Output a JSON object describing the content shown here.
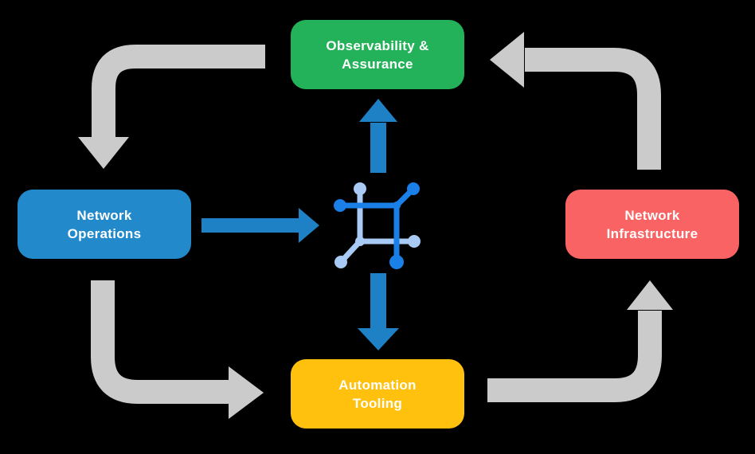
{
  "boxes": {
    "observability": {
      "line1": "Observability &",
      "line2": "Assurance",
      "color": "#23B159"
    },
    "operations": {
      "line1": "Network",
      "line2": "Operations",
      "color": "#2289CB"
    },
    "infrastructure": {
      "line1": "Network",
      "line2": "Infrastructure",
      "color": "#F96363"
    },
    "automation": {
      "line1": "Automation",
      "line2": "Tooling",
      "color": "#FFC10E"
    }
  },
  "center_icon": {
    "name": "network-fabric-icon",
    "dark_blue": "#1B7FE8",
    "light_blue": "#A8CAF4"
  },
  "colors": {
    "background": "#000000",
    "arrow_gray": "#CBCBCB",
    "arrow_blue": "#1E80C5",
    "box_text": "#FFFFFF"
  },
  "flows": {
    "outer_cycle": [
      {
        "from": "Observability & Assurance",
        "to": "Network Operations",
        "color": "#CBCBCB"
      },
      {
        "from": "Network Operations",
        "to": "Automation Tooling",
        "color": "#CBCBCB"
      },
      {
        "from": "Automation Tooling",
        "to": "Network Infrastructure",
        "color": "#CBCBCB"
      },
      {
        "from": "Network Infrastructure",
        "to": "Observability & Assurance",
        "color": "#CBCBCB"
      }
    ],
    "center_flows": [
      {
        "from": "Network Operations",
        "to": "center-icon",
        "color": "#1E80C5"
      },
      {
        "from": "center-icon",
        "to": "Observability & Assurance",
        "color": "#1E80C5"
      },
      {
        "from": "center-icon",
        "to": "Automation Tooling",
        "color": "#1E80C5"
      }
    ]
  }
}
